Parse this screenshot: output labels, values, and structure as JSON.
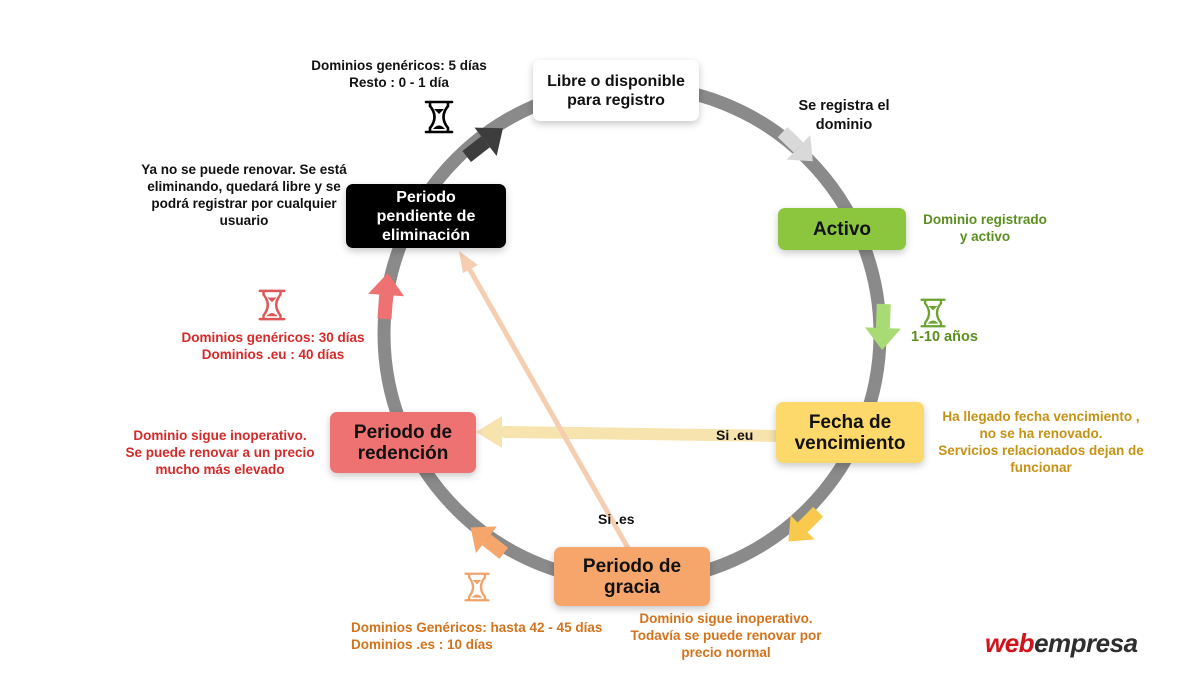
{
  "stages": {
    "libre": {
      "text": "Libre o disponible\npara registro"
    },
    "activo": {
      "text": "Activo"
    },
    "vencimiento": {
      "text": "Fecha de\nvencimiento"
    },
    "gracia": {
      "text": "Periodo de\ngracia"
    },
    "redencion": {
      "text": "Periodo de\nredención"
    },
    "eliminacion": {
      "text": "Periodo\npendiente de\neliminación"
    }
  },
  "notes": {
    "top_duration": "Dominios genéricos: 5 días\nResto : 0 - 1 día",
    "registra": "Se registra el\ndominio",
    "activo_desc": "Dominio registrado\ny activo",
    "activo_duration": "1-10 años",
    "vencimiento_desc": "Ha llegado fecha vencimiento ,\nno se ha renovado.\nServicios relacionados dejan de\nfuncionar",
    "gracia_desc": "Dominio sigue inoperativo.\nTodavía se puede renovar por\nprecio normal",
    "gracia_duration": "Dominios Genéricos: hasta 42 - 45 días\nDominios .es : 10 días",
    "redencion_desc": "Dominio sigue inoperativo.\nSe puede renovar a un precio\nmucho más elevado",
    "redencion_duration": "Dominios genéricos: 30 días\nDominios .eu : 40 días",
    "eliminacion_desc": "Ya no se puede renovar. Se está\neliminando, quedará libre y se\npodrá registrar por cualquier\nusuario"
  },
  "shortcuts": {
    "eu": "Si .eu",
    "es": "Si .es"
  },
  "logo": {
    "web": "web",
    "empresa": "empresa"
  },
  "icons": {
    "hourglass": "hourglass-icon"
  },
  "colors": {
    "ring": "#8a8a8a",
    "libre_bg": "#ffffff",
    "activo": "#8cc63f",
    "activo_text": "#5a8f1e",
    "vencimiento": "#fdd86a",
    "vencimiento_text": "#c69214",
    "gracia": "#f6a66a",
    "gracia_text": "#d3731c",
    "redencion": "#ef7272",
    "redencion_text": "#d42a2a",
    "eliminacion": "#000000",
    "logo_red": "#d0141b",
    "logo_dark": "#2e2e2e"
  }
}
